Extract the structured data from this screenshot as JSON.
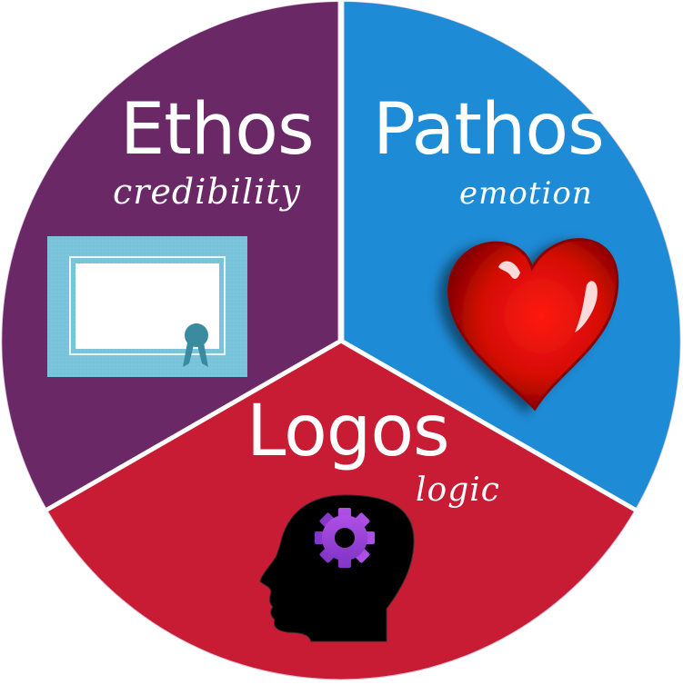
{
  "diagram": {
    "type": "three-segment-circle",
    "segments": [
      {
        "id": "ethos",
        "title": "Ethos",
        "subtitle": "credibility",
        "color": "#6A2866",
        "icon": "certificate-icon",
        "position": "upper-left"
      },
      {
        "id": "pathos",
        "title": "Pathos",
        "subtitle": "emotion",
        "color": "#1E8BD6",
        "icon": "heart-icon",
        "position": "upper-right"
      },
      {
        "id": "logos",
        "title": "Logos",
        "subtitle": "logic",
        "color": "#C81C35",
        "icon": "head-gear-icon",
        "position": "bottom"
      }
    ],
    "divider_color": "#FFFFFF",
    "icon_colors": {
      "certificate_frame": "#78C3DA",
      "certificate_paper": "#FFFFFF",
      "certificate_seal": "#3A8AA0",
      "heart": "#E01008",
      "head": "#000000",
      "gear": "#9A45D8"
    }
  }
}
